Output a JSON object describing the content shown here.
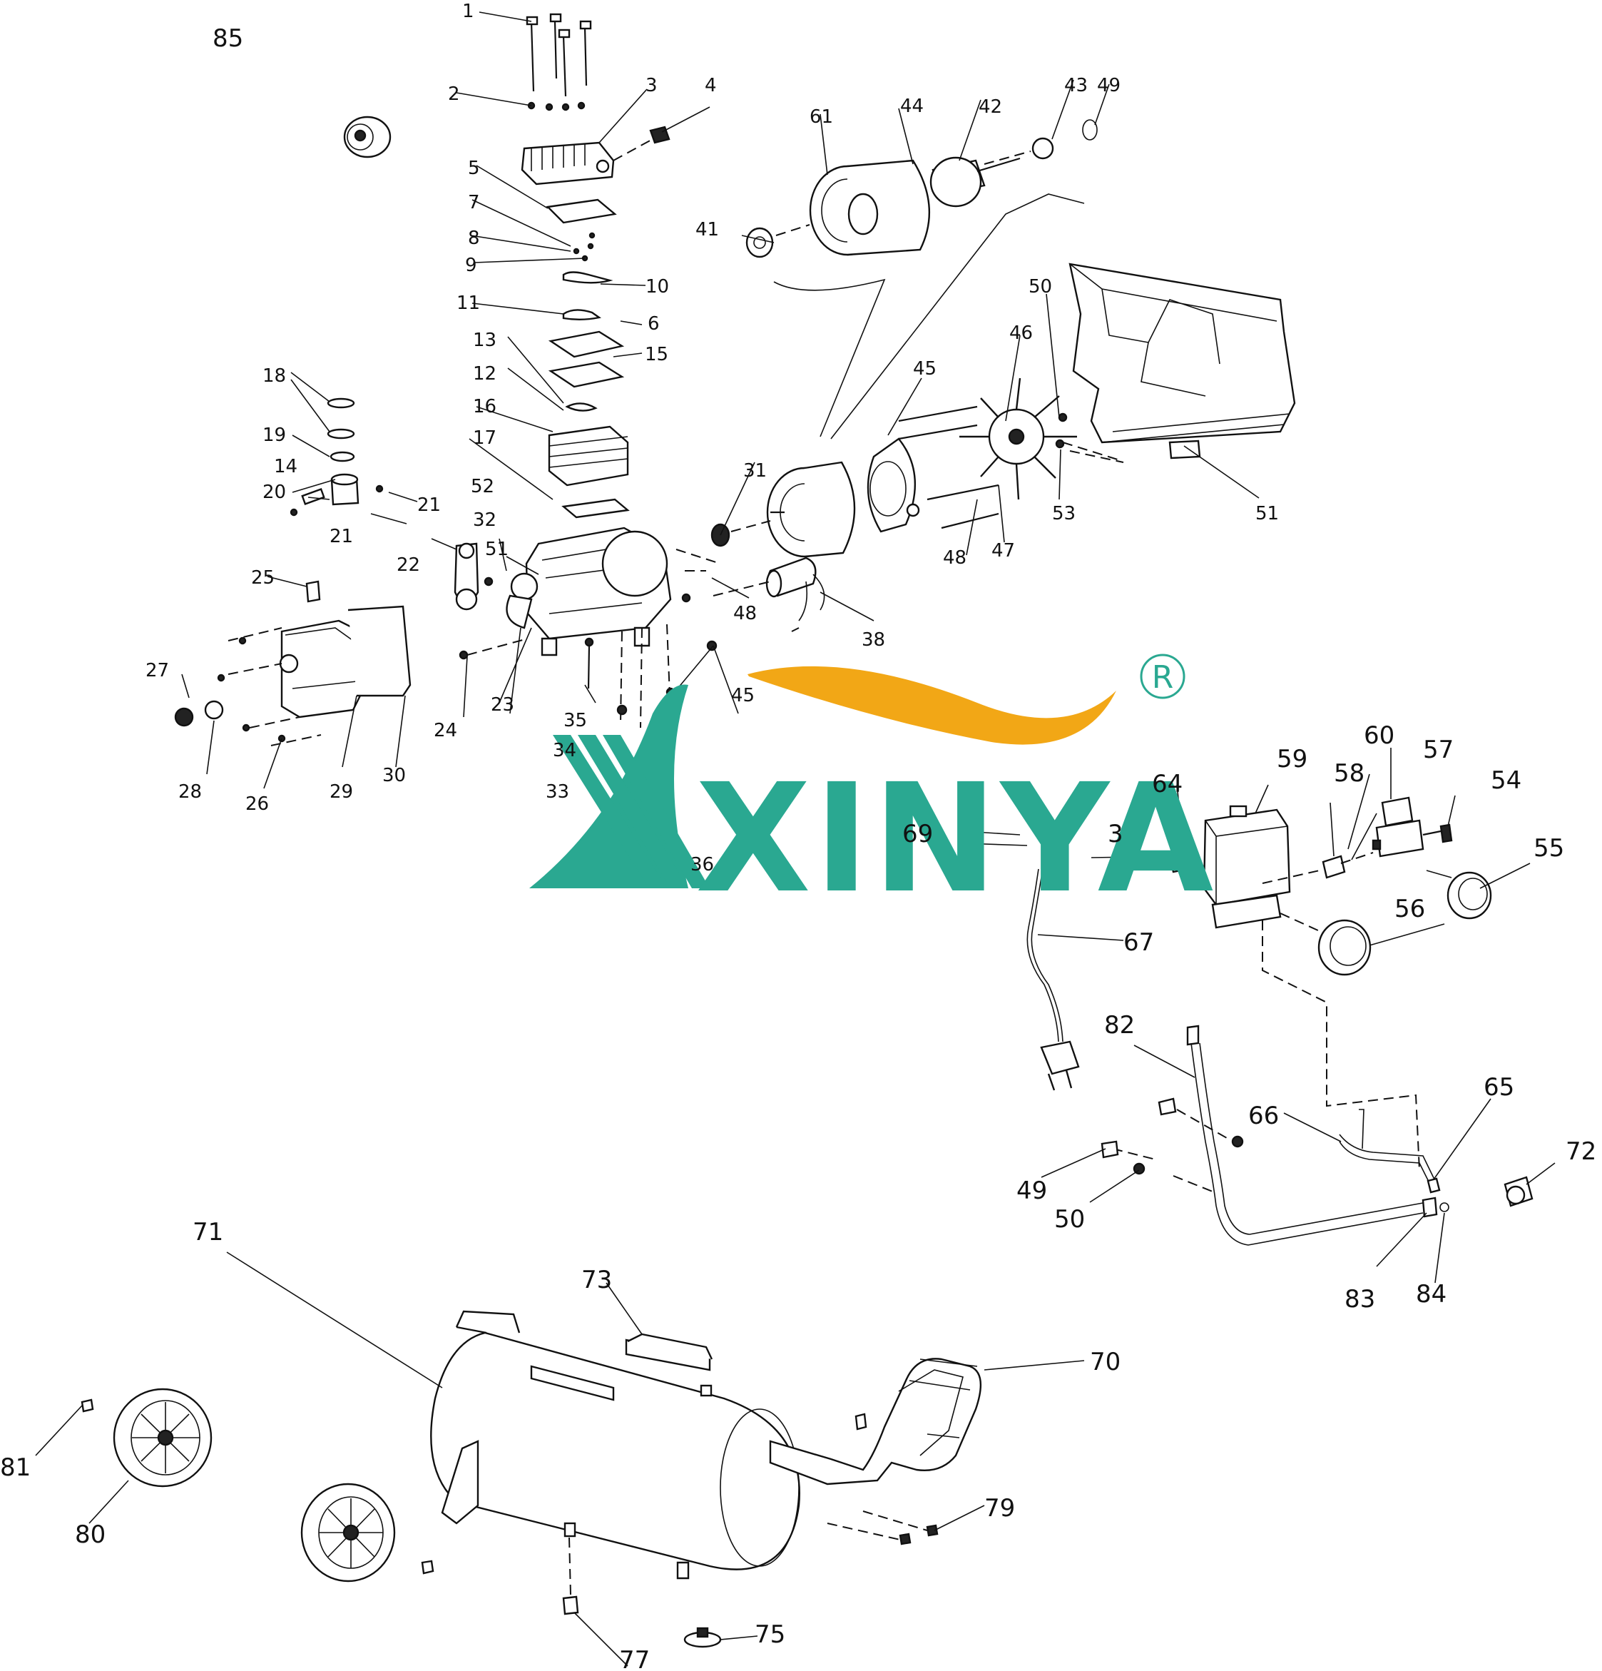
{
  "logo": {
    "text": "XINYA",
    "registered_mark": "R",
    "colors": {
      "teal": "#2aa891",
      "orange": "#f2a716"
    }
  },
  "part_labels": [
    {
      "id": "l1",
      "text": "1"
    },
    {
      "id": "l2",
      "text": "2"
    },
    {
      "id": "l3",
      "text": "3"
    },
    {
      "id": "l4",
      "text": "4"
    },
    {
      "id": "l5",
      "text": "5"
    },
    {
      "id": "l6",
      "text": "6"
    },
    {
      "id": "l7",
      "text": "7"
    },
    {
      "id": "l8",
      "text": "8"
    },
    {
      "id": "l9",
      "text": "9"
    },
    {
      "id": "l10",
      "text": "10"
    },
    {
      "id": "l11",
      "text": "11"
    },
    {
      "id": "l12",
      "text": "12"
    },
    {
      "id": "l13",
      "text": "13"
    },
    {
      "id": "l14",
      "text": "14"
    },
    {
      "id": "l15",
      "text": "15"
    },
    {
      "id": "l16",
      "text": "16"
    },
    {
      "id": "l17",
      "text": "17"
    },
    {
      "id": "l18",
      "text": "18"
    },
    {
      "id": "l19",
      "text": "19"
    },
    {
      "id": "l20",
      "text": "20"
    },
    {
      "id": "l21a",
      "text": "21"
    },
    {
      "id": "l21b",
      "text": "21"
    },
    {
      "id": "l22",
      "text": "22"
    },
    {
      "id": "l23",
      "text": "23"
    },
    {
      "id": "l24",
      "text": "24"
    },
    {
      "id": "l25",
      "text": "25"
    },
    {
      "id": "l26",
      "text": "26"
    },
    {
      "id": "l27",
      "text": "27"
    },
    {
      "id": "l28",
      "text": "28"
    },
    {
      "id": "l29",
      "text": "29"
    },
    {
      "id": "l30",
      "text": "30"
    },
    {
      "id": "l31",
      "text": "31"
    },
    {
      "id": "l32",
      "text": "32"
    },
    {
      "id": "l33",
      "text": "33"
    },
    {
      "id": "l34",
      "text": "34"
    },
    {
      "id": "l35",
      "text": "35"
    },
    {
      "id": "l36",
      "text": "36"
    },
    {
      "id": "l38",
      "text": "38"
    },
    {
      "id": "l41",
      "text": "41"
    },
    {
      "id": "l42",
      "text": "42"
    },
    {
      "id": "l43",
      "text": "43"
    },
    {
      "id": "l44",
      "text": "44"
    },
    {
      "id": "l45a",
      "text": "45"
    },
    {
      "id": "l45b",
      "text": "45"
    },
    {
      "id": "l46",
      "text": "46"
    },
    {
      "id": "l47",
      "text": "47"
    },
    {
      "id": "l48a",
      "text": "48"
    },
    {
      "id": "l48b",
      "text": "48"
    },
    {
      "id": "l49a",
      "text": "49"
    },
    {
      "id": "l49b",
      "text": "49"
    },
    {
      "id": "l50a",
      "text": "50"
    },
    {
      "id": "l50b",
      "text": "50"
    },
    {
      "id": "l51a",
      "text": "51"
    },
    {
      "id": "l51b",
      "text": "51"
    },
    {
      "id": "l52",
      "text": "52"
    },
    {
      "id": "l53a",
      "text": "53"
    },
    {
      "id": "l53b",
      "text": "3"
    },
    {
      "id": "l54",
      "text": "54"
    },
    {
      "id": "l55",
      "text": "55"
    },
    {
      "id": "l56",
      "text": "56"
    },
    {
      "id": "l57",
      "text": "57"
    },
    {
      "id": "l58",
      "text": "58"
    },
    {
      "id": "l59",
      "text": "59"
    },
    {
      "id": "l60",
      "text": "60"
    },
    {
      "id": "l61",
      "text": "61"
    },
    {
      "id": "l64",
      "text": "64"
    },
    {
      "id": "l65",
      "text": "65"
    },
    {
      "id": "l66",
      "text": "66"
    },
    {
      "id": "l67",
      "text": "67"
    },
    {
      "id": "l69",
      "text": "69"
    },
    {
      "id": "l70",
      "text": "70"
    },
    {
      "id": "l71",
      "text": "71"
    },
    {
      "id": "l72",
      "text": "72"
    },
    {
      "id": "l73",
      "text": "73"
    },
    {
      "id": "l75",
      "text": "75"
    },
    {
      "id": "l77",
      "text": "77"
    },
    {
      "id": "l79",
      "text": "79"
    },
    {
      "id": "l80",
      "text": "80"
    },
    {
      "id": "l81",
      "text": "81"
    },
    {
      "id": "l82",
      "text": "82"
    },
    {
      "id": "l83",
      "text": "83"
    },
    {
      "id": "l84",
      "text": "84"
    },
    {
      "id": "l85",
      "text": "85"
    }
  ]
}
